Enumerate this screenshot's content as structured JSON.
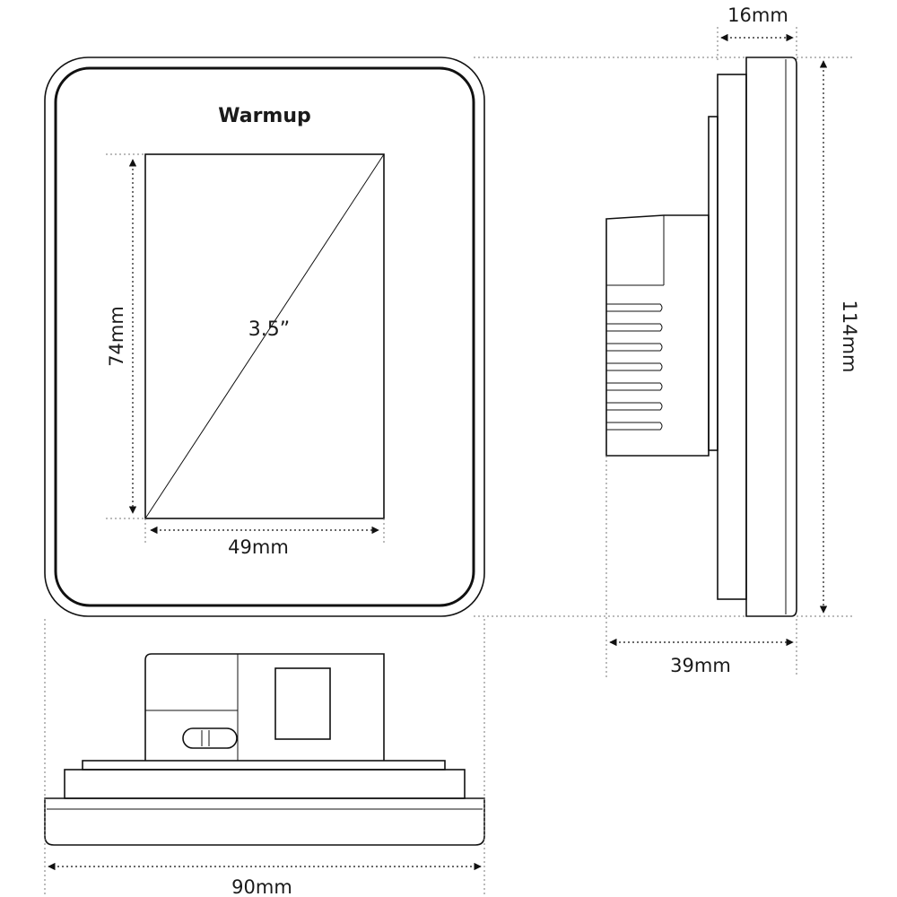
{
  "brand": {
    "logo_text": "Warmup"
  },
  "screen": {
    "diagonal_label": "3.5”"
  },
  "dimensions": {
    "screen_height": "74mm",
    "screen_width": "49mm",
    "device_height": "114mm",
    "device_width": "90mm",
    "faceplate_depth": "16mm",
    "total_depth": "39mm"
  },
  "colors": {
    "line": "#111111",
    "guide": "#777777",
    "background": "#ffffff"
  }
}
